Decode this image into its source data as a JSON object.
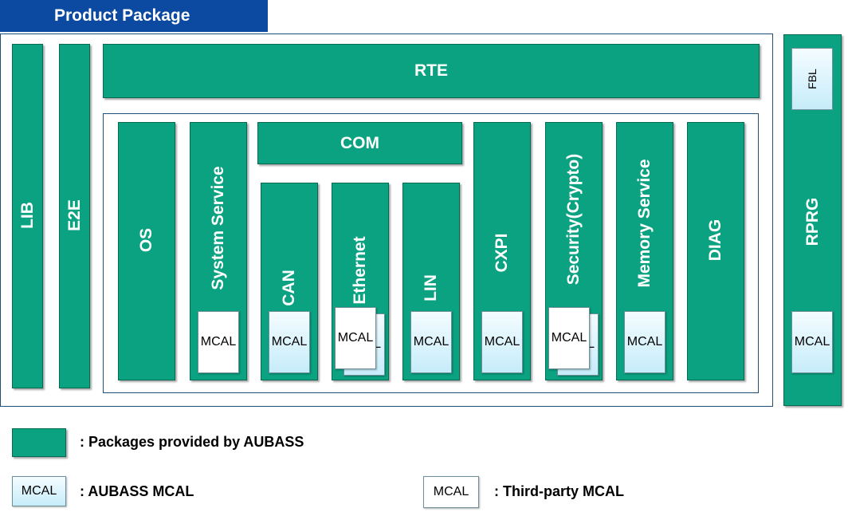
{
  "title": "Product Package",
  "packages": {
    "lib": "LIB",
    "e2e": "E2E",
    "rte": "RTE",
    "os": "OS",
    "system_service": "System Service",
    "com": "COM",
    "can": "CAN",
    "ethernet": "Ethernet",
    "lin": "LIN",
    "cxpi": "CXPI",
    "security": "Security(Crypto)",
    "memory_service": "Memory Service",
    "diag": "DIAG",
    "rprg": "RPRG",
    "fbl": "FBL"
  },
  "mcal": {
    "label": "MCAL",
    "back_label": "L"
  },
  "legend": {
    "packages_text": ": Packages provided by AUBASS",
    "aubass_mcal_text": ": AUBASS MCAL",
    "third_party_text": ": Third-party MCAL",
    "mcal_label": "MCAL"
  },
  "colors": {
    "package_green": "#0aa281",
    "title_blue": "#0b4aa0",
    "frame_navy": "#1f4e79",
    "aubass_mcal_light_blue": "#c6ecfa",
    "third_party_mcal_white": "#ffffff"
  }
}
